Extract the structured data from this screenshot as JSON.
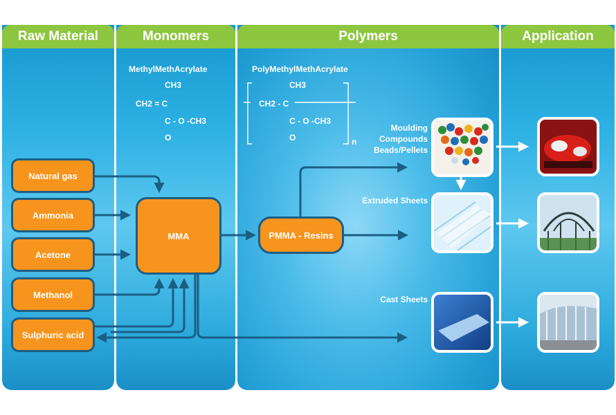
{
  "columns": {
    "raw": "Raw Material",
    "monomers": "Monomers",
    "polymers": "Polymers",
    "application": "Application"
  },
  "monomer_formula": {
    "name": "MethylMethAcrylate",
    "line1": "CH3",
    "line2": "CH2 = C",
    "line3": "C - O -CH3",
    "line4": "O"
  },
  "polymer_formula": {
    "name": "PolyMethylMethAcrylate",
    "line1": "CH3",
    "line2": "CH2 - C",
    "line3": "C - O -CH3",
    "line4": "O",
    "subscript_n": "n"
  },
  "raw_materials": [
    "Natural gas",
    "Ammonia",
    "Acetone",
    "Methanol",
    "Sulphuric acid"
  ],
  "mma": "MMA",
  "pmma": "PMMA - Resins",
  "products": {
    "moulding": "Moulding Compounds Beads/Pellets",
    "extruded": "Extruded Sheets",
    "cast": "Cast Sheets"
  },
  "colors": {
    "header_green": "#8dc63f",
    "node_orange": "#f7941d",
    "arrow_navy": "#1b5e84",
    "panel_blue": "#2fb2e4"
  },
  "icons": [
    "beads-photo",
    "sheet-photo",
    "cast-sheet-photo",
    "car-photo",
    "greenhouse-photo",
    "building-photo"
  ]
}
